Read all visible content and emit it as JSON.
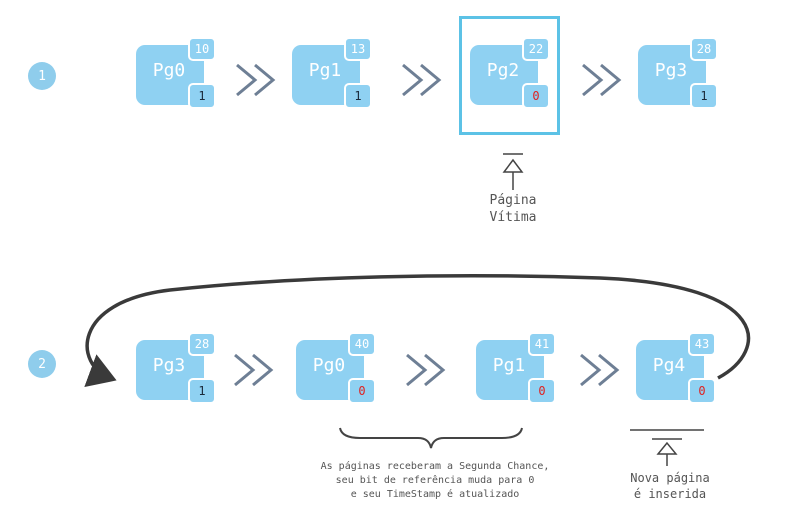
{
  "steps": [
    "1",
    "2"
  ],
  "row1": [
    {
      "label": "Pg0",
      "timestamp": "10",
      "bit": "1"
    },
    {
      "label": "Pg1",
      "timestamp": "13",
      "bit": "1"
    },
    {
      "label": "Pg2",
      "timestamp": "22",
      "bit": "0"
    },
    {
      "label": "Pg3",
      "timestamp": "28",
      "bit": "1"
    }
  ],
  "row2": [
    {
      "label": "Pg3",
      "timestamp": "28",
      "bit": "1"
    },
    {
      "label": "Pg0",
      "timestamp": "40",
      "bit": "0"
    },
    {
      "label": "Pg1",
      "timestamp": "41",
      "bit": "0"
    },
    {
      "label": "Pg4",
      "timestamp": "43",
      "bit": "0"
    }
  ],
  "victim_caption": "Página\nVítima",
  "second_chance_caption": "As páginas receberam a Segunda Chance,\nseu bit de referência muda para 0\ne seu TimeStamp é atualizado",
  "new_page_caption": "Nova página\né inserida",
  "colors": {
    "page_fill": "#8fd1f2",
    "highlight": "#5cc2e6",
    "zero_bit": "#e02020",
    "arrow": "#6e7f95",
    "loop": "#3a3a3a"
  }
}
